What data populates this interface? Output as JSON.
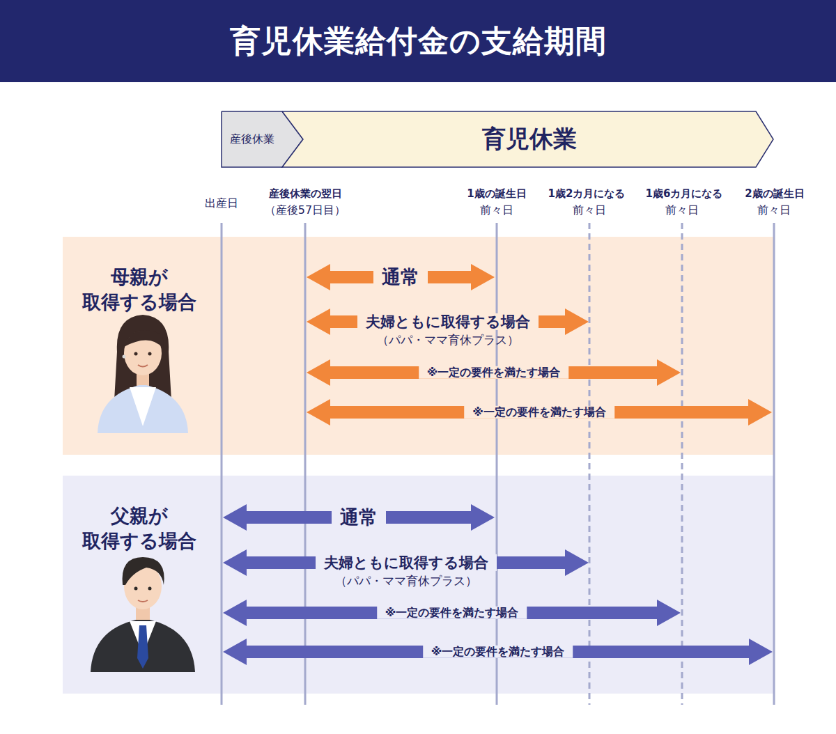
{
  "diagram": {
    "title": "育児休業給付金の支給期間",
    "nodes": [
      {
        "text": [
          "産後休業"
        ]
      },
      {
        "text": [
          "育児休業"
        ]
      },
      {
        "text": [
          "母親が 取得する場合"
        ]
      },
      {
        "text": [
          "通常"
        ],
        "in": 2
      },
      {
        "text": [
          "夫婦ともに取得する場合",
          "（パパ・ママ育休プラス）"
        ],
        "in": 2
      },
      {
        "text": [
          "※一定の要件を満たす場合"
        ],
        "in": 2
      },
      {
        "text": [
          "※一定の要件を満たす場合"
        ],
        "in": 2
      },
      {
        "text": [
          "父親が 取得する場合"
        ]
      },
      {
        "text": [
          "通常"
        ],
        "in": 7
      },
      {
        "text": [
          "夫婦ともに取得する場合",
          "（パパ・ママ育休プラス）"
        ],
        "in": 7
      },
      {
        "text": [
          "※一定の要件を満たす場合"
        ],
        "in": 7
      },
      {
        "text": [
          "※一定の要件を満たす場合"
        ],
        "in": 7
      }
    ],
    "labels": [
      "出産日",
      "産後休業の翌日",
      "（産後57日目）",
      "1歳の誕生日",
      "前々日",
      "1歳2カ月になる",
      "前々日",
      "1歳6カ月になる",
      "前々日",
      "2歳の誕生日",
      "前々日"
    ]
  }
}
